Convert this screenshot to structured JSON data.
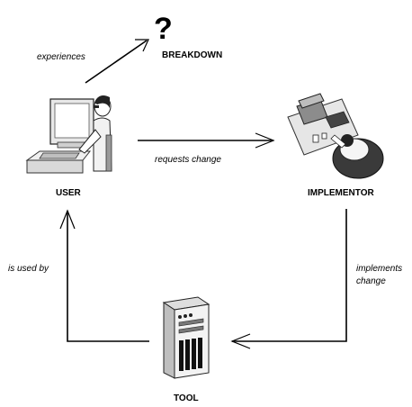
{
  "nodes": {
    "user": {
      "label": "USER"
    },
    "implementor": {
      "label": "IMPLEMENTOR"
    },
    "tool": {
      "label": "TOOL"
    },
    "breakdown": {
      "label": "BREAKDOWN",
      "symbol": "?"
    }
  },
  "edges": {
    "experiences": {
      "label": "experiences"
    },
    "requests_change": {
      "label": "requests change"
    },
    "implements_change": {
      "lines": [
        "implements",
        "change"
      ]
    },
    "is_used_by": {
      "label": "is used by"
    }
  }
}
